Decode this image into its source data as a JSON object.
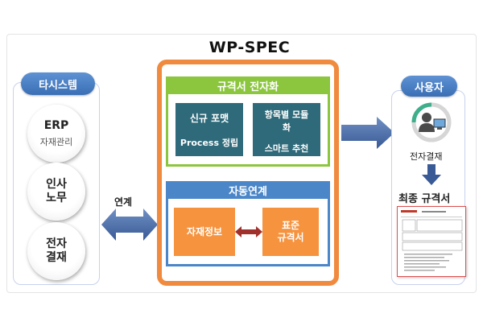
{
  "title": "WP-SPEC",
  "left": {
    "header": "타시스템",
    "items": [
      {
        "line1": "ERP",
        "line2": "자재관리"
      },
      {
        "line1": "인사",
        "line2": "노무"
      },
      {
        "line1": "전자",
        "line2": "결재"
      }
    ],
    "link_label": "연계"
  },
  "center": {
    "top": {
      "header": "규격서 전자화",
      "box1_line1": "신규 포맷",
      "box1_line2": "Process 정립",
      "box2_line1": "항목별 모듈",
      "box2_line2": "화",
      "box2_line3": "스마트 추천"
    },
    "bottom": {
      "header": "자동연계",
      "box1": "자재정보",
      "box2_line1": "표준",
      "box2_line2": "규격서"
    }
  },
  "right": {
    "header": "사용자",
    "icon": "user-computer-icon",
    "approval_label": "전자결재",
    "final_label": "최종 규격서"
  },
  "colors": {
    "orange_frame": "#f08a3e",
    "green": "#8cc63e",
    "blue": "#4a86c8",
    "teal": "#2e6a7a",
    "orange_box": "#f5933f",
    "pill": "#4a7fc1"
  }
}
